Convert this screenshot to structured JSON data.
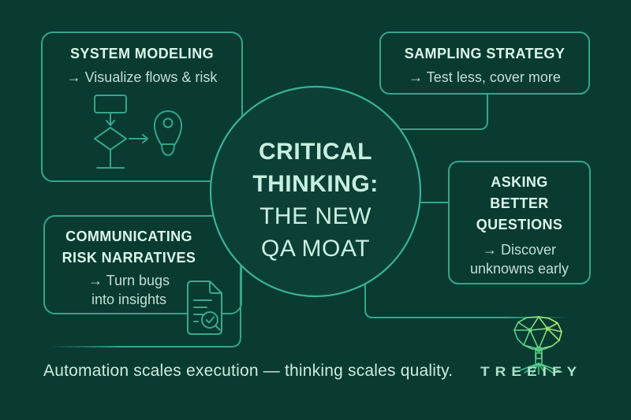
{
  "colors": {
    "background": "#093b31",
    "line_accent": "#36a58b",
    "circle_fill": "#0c4036",
    "heading_text": "#dcf5ea",
    "body_text": "#c3ded5",
    "logo_teal": "#2fbf92",
    "logo_green": "#c8ef6b"
  },
  "center_circle": {
    "title_lines": [
      "CRITICAL",
      "THINKING:",
      "THE NEW",
      "QA MOAT"
    ]
  },
  "boxes": {
    "system_modeling": {
      "title": "SYSTEM MODELING",
      "subtitle": "→ Visualize flows & risk",
      "icon": "flowchart-lightbulb-icon"
    },
    "sampling_strategy": {
      "title": "SAMPLING STRATEGY",
      "subtitle": "→ Test less, cover more"
    },
    "asking_better_questions": {
      "title_lines": [
        "ASKING",
        "BETTER",
        "QUESTIONS"
      ],
      "subtitle_lines": [
        "→ Discover",
        "unknowns early"
      ]
    },
    "communicating_risk_narratives": {
      "title_lines": [
        "COMMUNICATING",
        "RISK NARRATIVES"
      ],
      "subtitle_lines": [
        "→ Turn bugs",
        "into insights"
      ],
      "icon": "document-check-icon"
    }
  },
  "footer": {
    "tagline": "Automation scales execution — thinking scales quality.",
    "brand_name": "TREEIFY",
    "brand_icon": "treeify-tree-icon"
  }
}
